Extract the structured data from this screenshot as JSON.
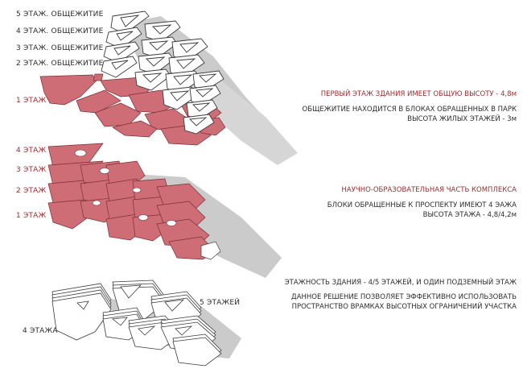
{
  "colors": {
    "red_fill": "#cf6d76",
    "red_stroke": "#7a2e35",
    "red_text": "#9e2a2f",
    "dark_text": "#2b2b2b",
    "shadow": "#c9c9c9",
    "white_fill": "#ffffff",
    "white_stroke": "#3a3a3a"
  },
  "top_group": {
    "floor_labels": [
      "5 ЭТАЖ. ОБЩЕЖИТИЕ",
      "4 ЭТАЖ. ОБЩЕЖИТИЕ",
      "3 ЭТАЖ. ОБЩЕЖИТИЕ",
      "2 ЭТАЖ. ОБЩЕЖИТИЕ",
      "1 ЭТАЖ"
    ],
    "heading": "ПЕРВЫЙ ЭТАЖ ЗДАНИЯ ИМЕЕТ ОБЩУЮ ВЫСОТУ - 4,8м",
    "lines": [
      "ОБЩЕЖИТИЕ НАХОДИТСЯ В БЛОКАХ ОБРАЩЕННЫХ В ПАРК",
      "ВЫСОТА ЖИЛЫХ ЭТАЖЕЙ - 3м"
    ]
  },
  "middle_group": {
    "floor_labels": [
      "4 ЭТАЖ",
      "3 ЭТАЖ",
      "2 ЭТАЖ",
      "1 ЭТАЖ"
    ],
    "heading": "НАУЧНО-ОБРАЗОВАТЕЛЬНАЯ ЧАСТЬ КОМПЛЕКСА",
    "lines": [
      "БЛОКИ ОБРАЩЕННЫЕ К ПРОСПЕКТУ ИМЕЮТ 4 ЭАЖА",
      "ВЫСОТА ЭТАЖА - 4,8/4,2м"
    ]
  },
  "bottom_group": {
    "label_5": "5 ЭТАЖЕЙ",
    "label_4": "4 ЭТАЖА",
    "heading": "ЭТАЖНОСТЬ ЗДАНИЯ - 4/5 ЭТАЖЕЙ, И ОДИН ПОДЗЕМНЫЙ ЭТАЖ",
    "lines": [
      "ДАННОЕ РЕШЕНИЕ ПОЗВОЛЯЕТ ЭФФЕКТИВНО ИСПОЛЬЗОВАТЬ",
      "ПРОСТРАНСТВО ВРАМКАХ ВЫСОТНЫХ ОГРАНИЧЕНИЙ УЧАСТКА"
    ]
  }
}
